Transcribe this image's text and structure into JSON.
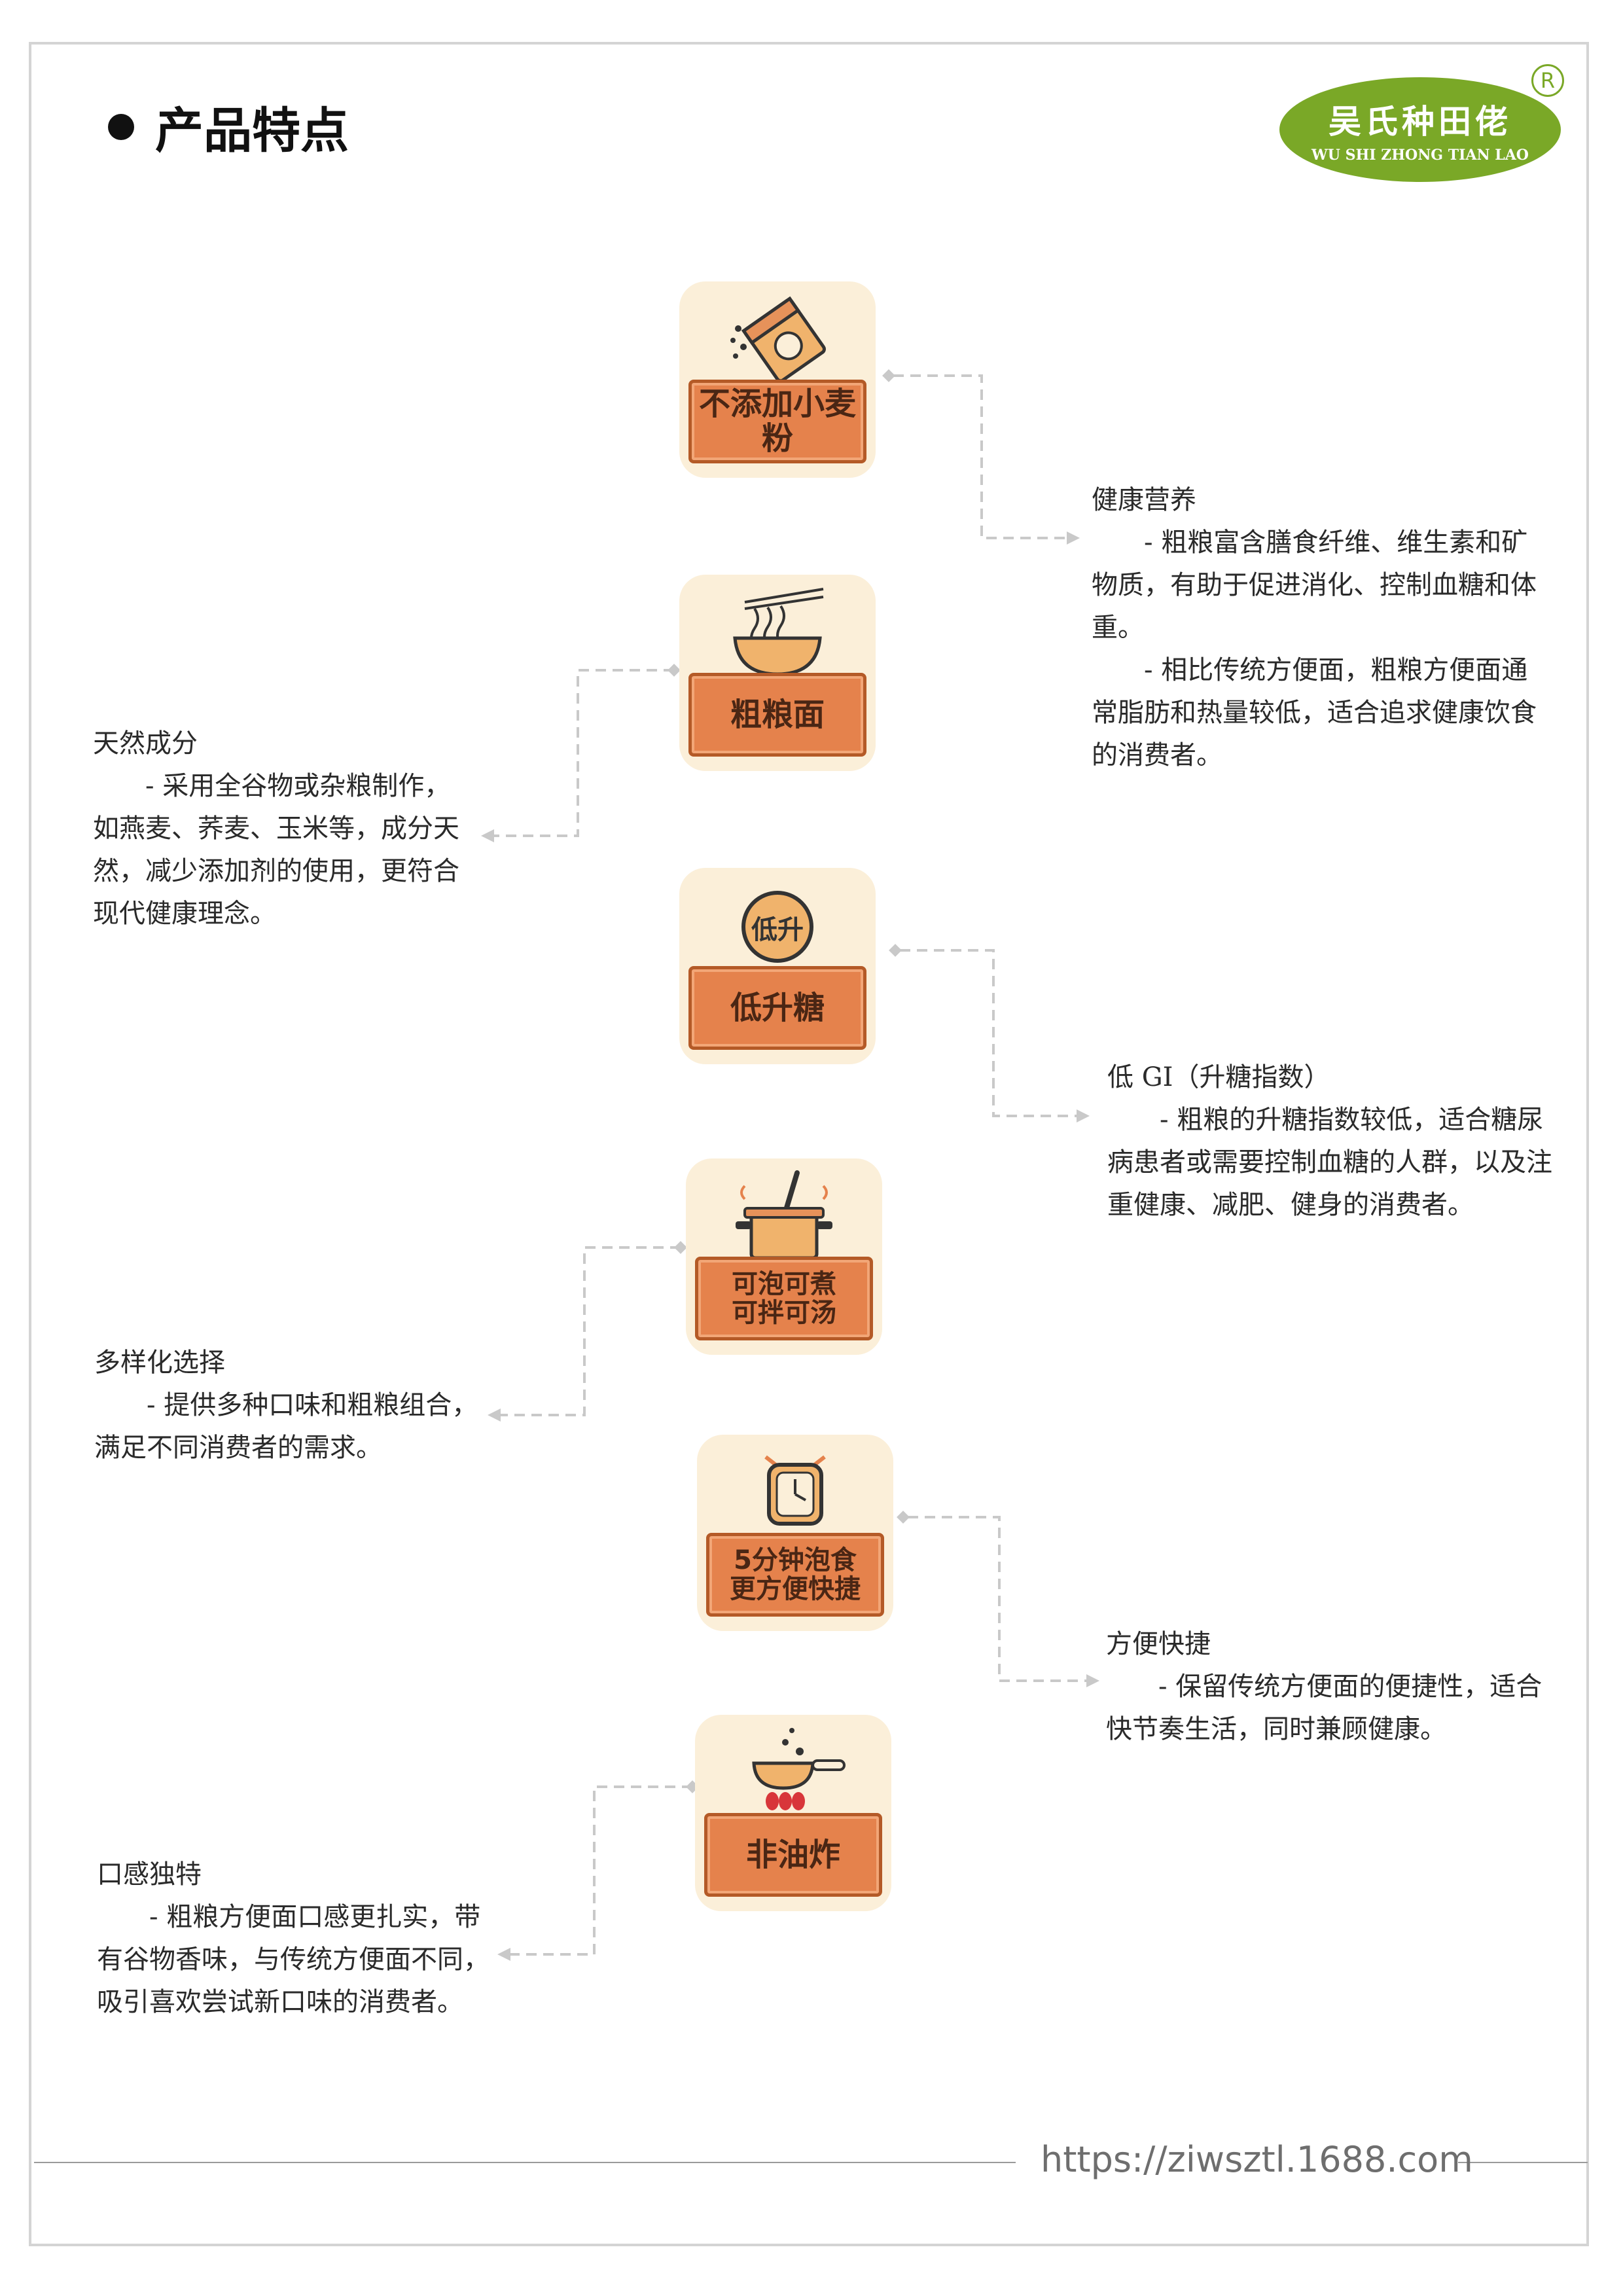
{
  "page": {
    "title": "产品特点"
  },
  "brand": {
    "name_cn": "吴氏种田佬",
    "name_en": "WU SHI ZHONG TIAN LAO",
    "registered_mark": "R",
    "color": "#7aa827"
  },
  "colors": {
    "card_bg": "#fbefd9",
    "label_bg": "#e5824c",
    "label_border": "#b45a27",
    "connector": "#c9c9c9"
  },
  "features": [
    {
      "label": "不添加小麦粉",
      "icon": "wheat-flour-bag-icon"
    },
    {
      "label": "粗粮面",
      "icon": "noodle-bowl-icon"
    },
    {
      "label": "低升糖",
      "icon": "low-sugar-badge-icon",
      "badge_text": "低升"
    },
    {
      "label": "可泡可煮\n可拌可汤",
      "icon": "cooking-pot-icon"
    },
    {
      "label": "5分钟泡食\n更方便快捷",
      "icon": "alarm-clock-icon"
    },
    {
      "label": "非油炸",
      "icon": "frying-pan-icon"
    }
  ],
  "descriptions": [
    {
      "heading": "健康营养",
      "paragraphs": [
        "- 粗粮富含膳食纤维、维生素和矿物质，有助于促进消化、控制血糖和体重。",
        "- 相比传统方便面，粗粮方便面通常脂肪和热量较低，适合追求健康饮食的消费者。"
      ]
    },
    {
      "heading": "天然成分",
      "paragraphs": [
        "- 采用全谷物或杂粮制作，如燕麦、荞麦、玉米等，成分天然，减少添加剂的使用，更符合现代健康理念。"
      ]
    },
    {
      "heading": "低 GI（升糖指数）",
      "paragraphs": [
        "- 粗粮的升糖指数较低，适合糖尿病患者或需要控制血糖的人群，以及注重健康、减肥、健身的消费者。"
      ]
    },
    {
      "heading": "多样化选择",
      "paragraphs": [
        "- 提供多种口味和粗粮组合，满足不同消费者的需求。"
      ]
    },
    {
      "heading": "方便快捷",
      "paragraphs": [
        "- 保留传统方便面的便捷性，适合快节奏生活，同时兼顾健康。"
      ]
    },
    {
      "heading": "口感独特",
      "paragraphs": [
        "- 粗粮方便面口感更扎实，带有谷物香味，与传统方便面不同，吸引喜欢尝试新口味的消费者。"
      ]
    }
  ],
  "footer": {
    "url": "https://ziwsztl.1688.com"
  }
}
